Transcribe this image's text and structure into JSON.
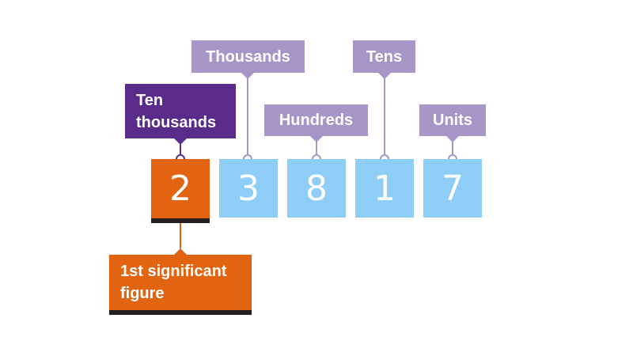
{
  "labels": {
    "ten_thousands": "Ten\nthousands",
    "thousands": "Thousands",
    "hundreds": "Hundreds",
    "tens": "Tens",
    "units": "Units",
    "significant": "1st significant\nfigure"
  },
  "digits": [
    "2",
    "3",
    "8",
    "1",
    "7"
  ],
  "colors": {
    "light_purple": "#a695c6",
    "dark_purple": "#592b8a",
    "blue": "#8ecdf6",
    "orange": "#e36410",
    "dark": "#231f20"
  }
}
